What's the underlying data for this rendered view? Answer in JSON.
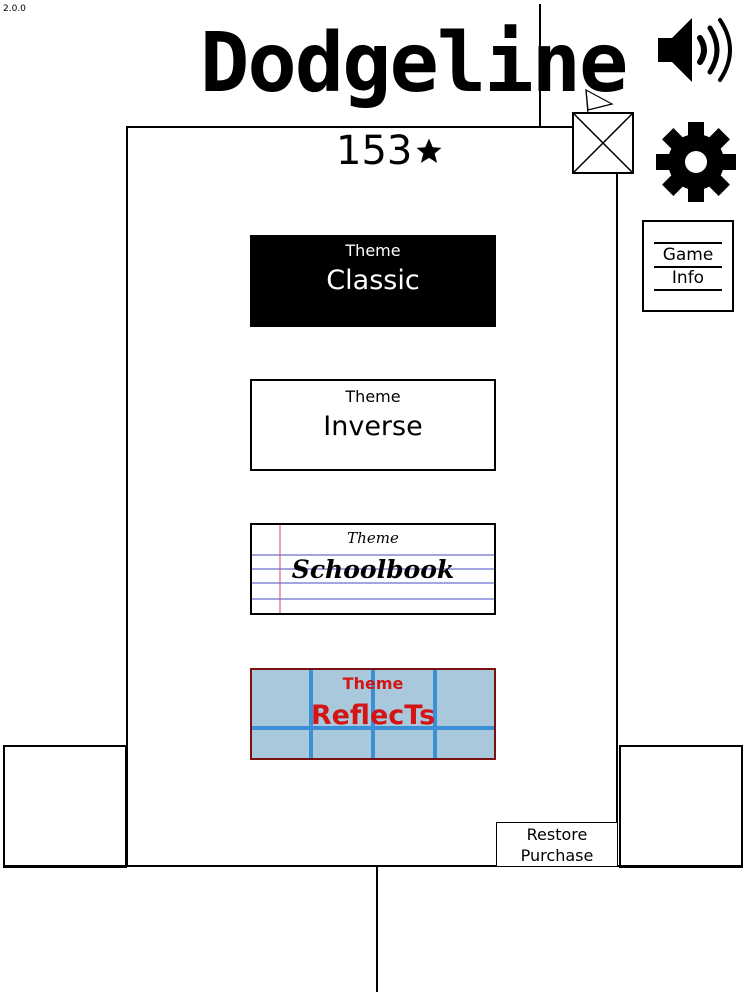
{
  "version": "2.0.0",
  "title": "Dodgeline",
  "stars": {
    "count": "153"
  },
  "game_info": {
    "line1": "Game",
    "line2": "Info"
  },
  "themes": [
    {
      "caption": "Theme",
      "name": "Classic"
    },
    {
      "caption": "Theme",
      "name": "Inverse"
    },
    {
      "caption": "Theme",
      "name": "Schoolbook"
    },
    {
      "caption": "Theme",
      "name": "ReflecTs"
    }
  ],
  "restore": {
    "line1": "Restore",
    "line2": "Purchase"
  },
  "colors": {
    "reflects_bg": "#a9c8dc",
    "reflects_grid": "#3a8fd6",
    "reflects_text": "#d31515",
    "reflects_border": "#7a1010",
    "schoolbook_lines": "#4a4ac0",
    "schoolbook_margin": "#c04a7a"
  },
  "icons": {
    "sound": "speaker-icon",
    "settings": "gear-icon",
    "close": "close-icon",
    "flag": "flag-icon",
    "star": "star-icon"
  }
}
